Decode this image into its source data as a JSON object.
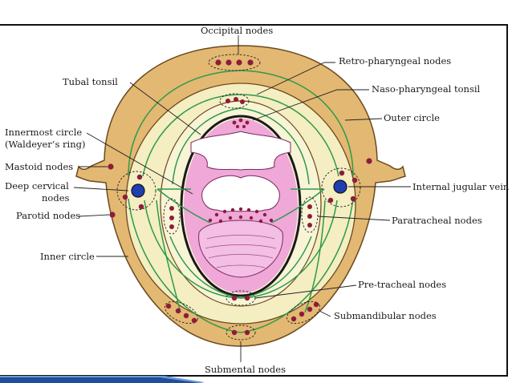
{
  "labels": {
    "occipital": "Occipital nodes",
    "retro": "Retro-pharyngeal nodes",
    "tubal": "Tubal tonsil",
    "naso": "Naso-pharyngeal tonsil",
    "outer": "Outer circle",
    "innermost1": "Innermost circle",
    "innermost2": "(Waldeyer’s ring)",
    "mastoid": "Mastoid nodes",
    "deep1": "Deep cervical",
    "deep2": "nodes",
    "parotid": "Parotid nodes",
    "ijv": "Internal jugular vein",
    "paratracheal": "Paratracheal nodes",
    "inner": "Inner circle",
    "pretracheal": "Pre-tracheal nodes",
    "submandibular": "Submandibular nodes",
    "submental": "Submental nodes"
  },
  "colors": {
    "outer_band": "#e3b872",
    "inner_band": "#f4eec2",
    "mucosa": "#efa8d8",
    "node": "#8e1b3c",
    "vein": "#1f3fb0",
    "lymph_path": "#2e9a4a",
    "accent_bar": "#1f4e9a"
  }
}
